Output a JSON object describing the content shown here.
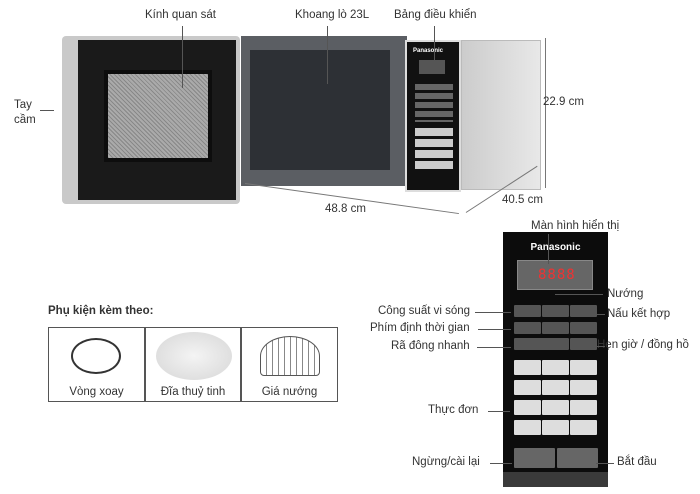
{
  "microwave": {
    "labels": {
      "window": "Kính quan sát",
      "cavity": "Khoang lò 23L",
      "control_panel": "Bảng điều khiển",
      "handle_line1": "Tay",
      "handle_line2": "cầm"
    },
    "dimensions": {
      "height": "22.9 cm",
      "width": "48.8 cm",
      "depth": "40.5 cm"
    },
    "brand": "Panasonic"
  },
  "control_panel": {
    "brand": "Panasonic",
    "display_digits": "8888",
    "labels": {
      "display": "Màn hình hiển thị",
      "grill": "Nướng",
      "microwave_power": "Công suất vi sóng",
      "combination": "Nấu kết hợp",
      "time_keys": "Phím định thời gian",
      "quick_defrost": "Rã đông nhanh",
      "timer_clock": "Hẹn giờ / đồng hồ",
      "menu": "Thực đơn",
      "stop_reset": "Ngừng/cài lại",
      "start": "Bắt đầu"
    }
  },
  "accessories": {
    "title": "Phụ kiện kèm theo:",
    "items": [
      {
        "label": "Vòng xoay"
      },
      {
        "label": "Đĩa thuỷ tinh"
      },
      {
        "label": "Giá nướng"
      }
    ]
  }
}
